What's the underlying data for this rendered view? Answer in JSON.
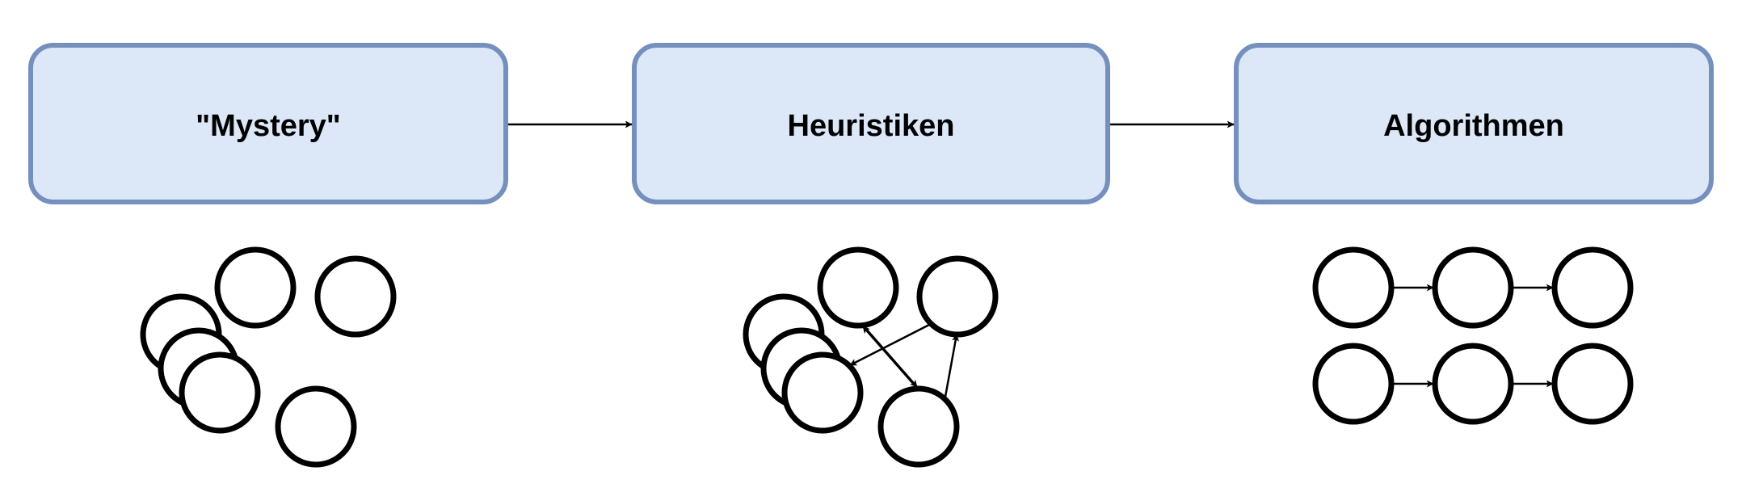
{
  "stages": [
    {
      "id": "mystery",
      "label": "\"Mystery\""
    },
    {
      "id": "heuristics",
      "label": "Heuristiken"
    },
    {
      "id": "algorithms",
      "label": "Algorithmen"
    }
  ],
  "colors": {
    "box_fill": "#dce8f8",
    "box_border": "#7590bd",
    "stroke": "#000000"
  }
}
